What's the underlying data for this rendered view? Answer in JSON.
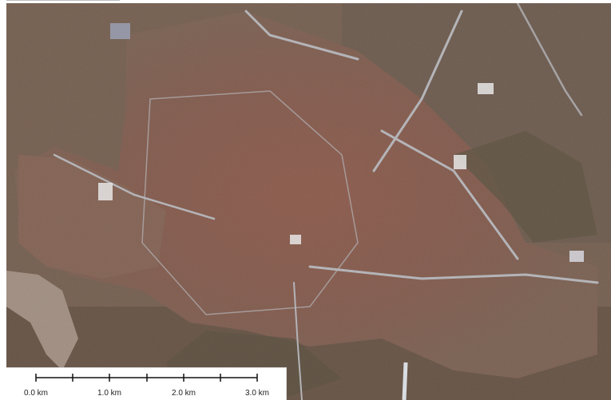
{
  "map": {
    "type": "satellite-image",
    "subject": "urban-area",
    "colors": {
      "terrain": "#6f6252",
      "urban_roofs": "#9a5a4c",
      "road": "#a8a8ac",
      "vegetation": "#3f4a34",
      "bare_rock": "#cfcac0"
    }
  },
  "scale_bar": {
    "labels": [
      "0.0 km",
      "1.0 km",
      "2.0 km",
      "3.0 km"
    ]
  }
}
